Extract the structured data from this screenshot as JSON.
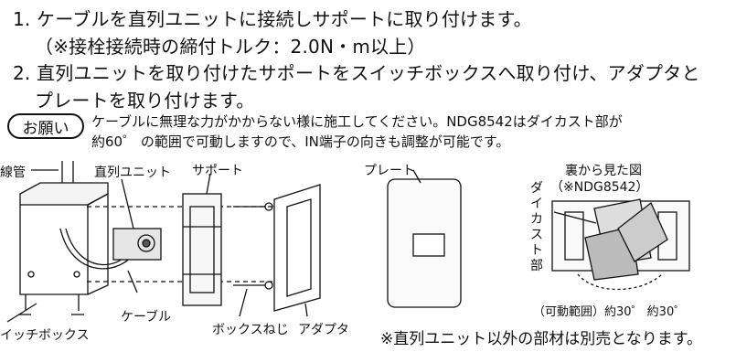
{
  "instructions": {
    "step1": "1. ケーブルを直列ユニットに接続しサポートに取り付けます。",
    "step1_note": "（※接栓接続時の締付トルク：2.0N・m以上）",
    "step2_line1": "2. 直列ユニットを取り付けたサポートをスイッチボックスへ取り付け、アダプタと",
    "step2_line2": "プレートを取り付けます。"
  },
  "request": {
    "badge": "お願い",
    "line1": "ケーブルに無理な力がかからない様に施工してください。NDG8542はダイカスト部が",
    "line2": "約60゜ の範囲で可動しますので、IN端子の向きも調整が可能です。"
  },
  "labels": {
    "conduit": "線管",
    "series_unit": "直列ユニット",
    "support": "サポート",
    "plate": "プレート",
    "rear_view": "裏から見た図",
    "rear_model": "（※NDG8542）",
    "diecast_chars": [
      "ダ",
      "イ",
      "カ",
      "ス",
      "ト",
      "部"
    ],
    "switch_box": "イッチボックス",
    "cable": "ケーブル",
    "box_screw": "ボックスねじ",
    "adapter": "アダプタ",
    "movable_range": "（可動範囲）約30゜ 約30゜",
    "footnote": "※直列ユニット以外の部材は別売となります。"
  }
}
